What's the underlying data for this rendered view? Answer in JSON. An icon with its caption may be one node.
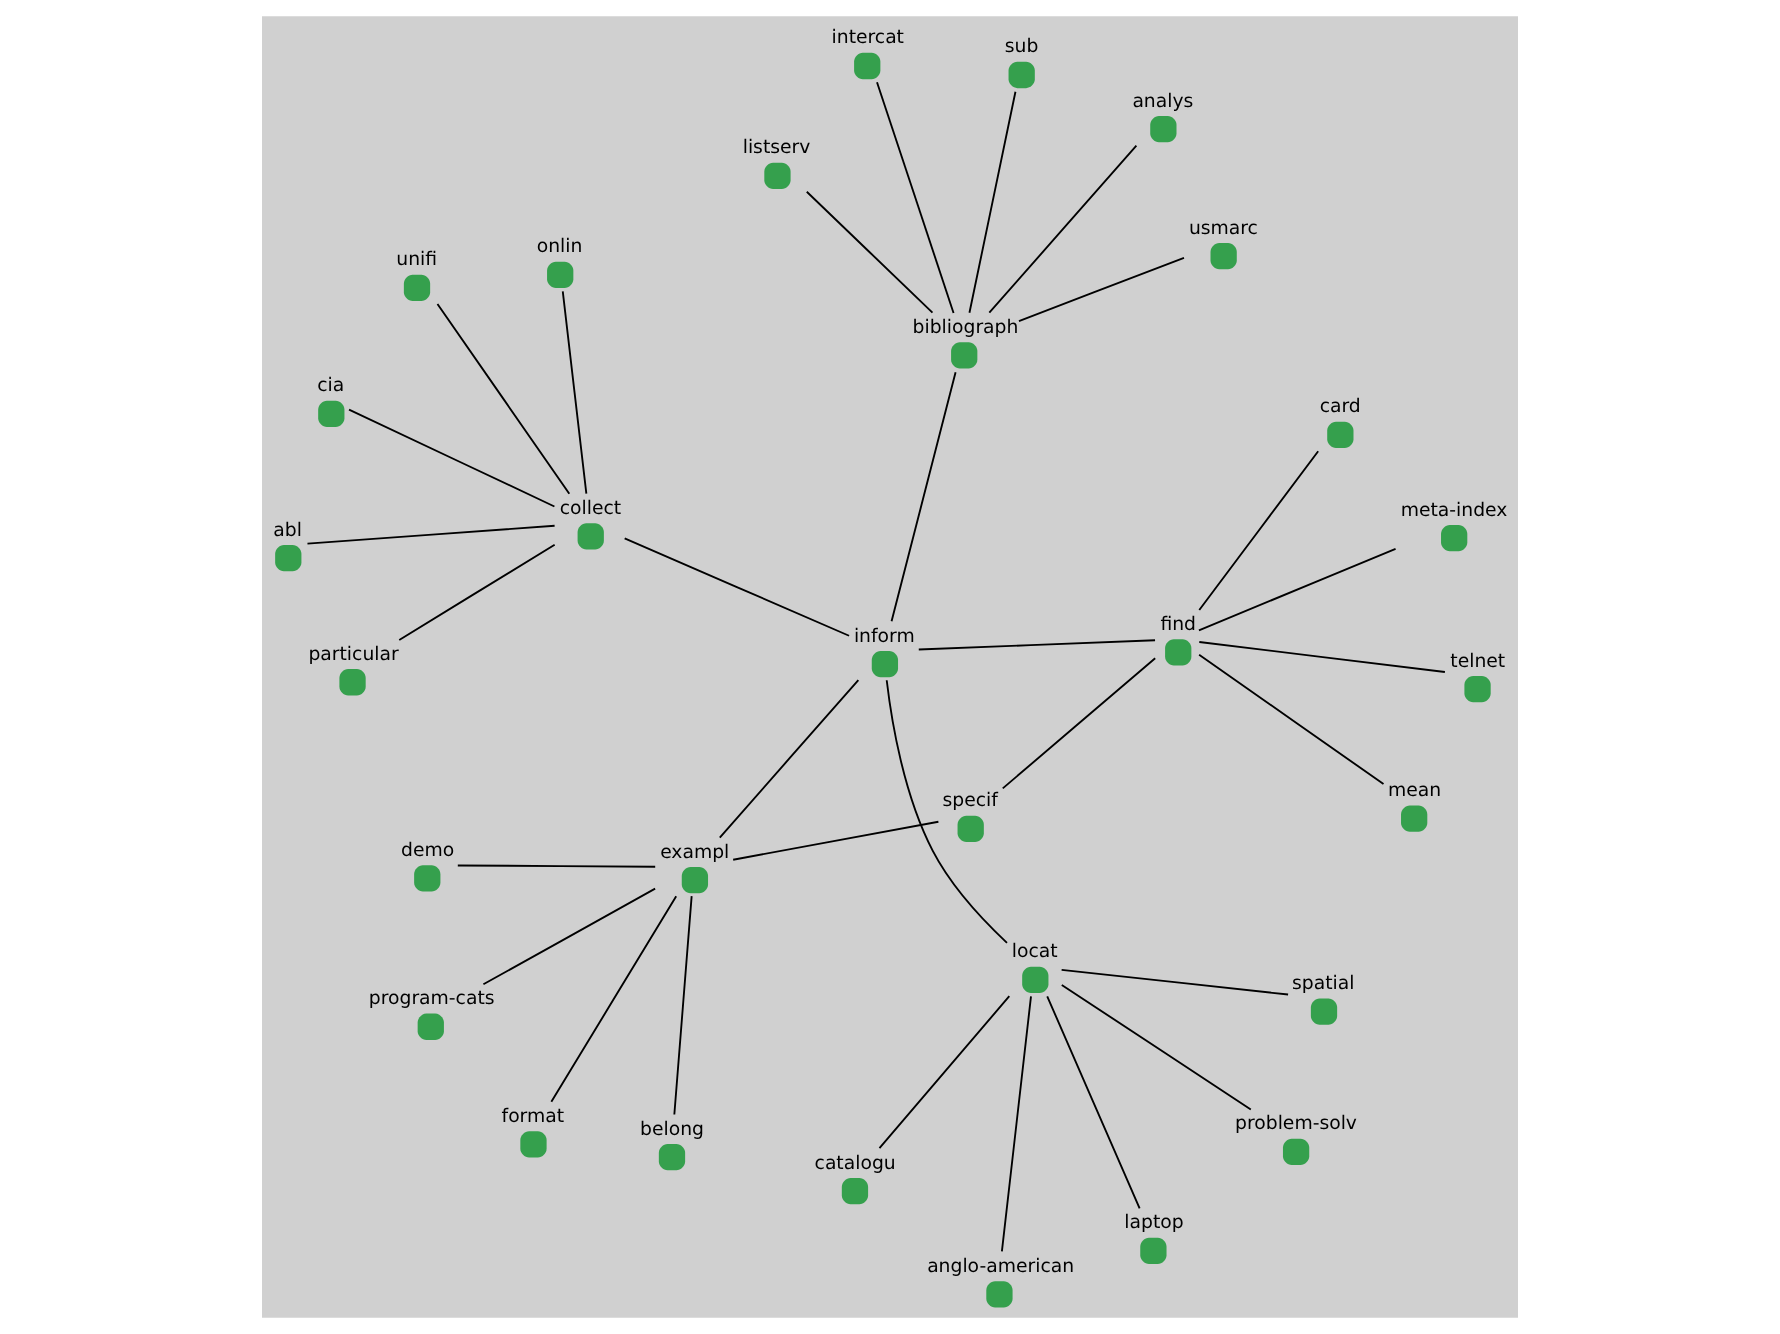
{
  "diagram": {
    "nodes": [
      {
        "text": [
          "program-cats"
        ]
      },
      {
        "text": [
          "belong"
        ]
      },
      {
        "text": [
          "mean"
        ]
      },
      {
        "text": [
          "specif"
        ]
      },
      {
        "text": [
          "exampl"
        ]
      },
      {
        "text": [
          "demo"
        ]
      },
      {
        "text": [
          "anglo-american"
        ]
      },
      {
        "text": [
          "telnet"
        ]
      },
      {
        "text": [
          "find"
        ]
      },
      {
        "text": [
          "problem-solv"
        ]
      },
      {
        "text": [
          "format"
        ]
      },
      {
        "text": [
          "inform"
        ]
      },
      {
        "text": [
          "locat"
        ]
      },
      {
        "text": [
          "meta-index"
        ]
      },
      {
        "text": [
          "card"
        ]
      },
      {
        "text": [
          "laptop"
        ]
      },
      {
        "text": [
          "spatial"
        ]
      },
      {
        "text": [
          "intercat"
        ]
      },
      {
        "text": [
          "cia"
        ]
      },
      {
        "text": [
          "catalogu"
        ]
      },
      {
        "text": [
          "sub"
        ]
      },
      {
        "text": [
          "abl"
        ]
      },
      {
        "text": [
          "bibliograph"
        ]
      },
      {
        "text": [
          "analys"
        ]
      },
      {
        "text": [
          "collect"
        ]
      },
      {
        "text": [
          "particular"
        ]
      },
      {
        "text": [
          "usmarc"
        ]
      },
      {
        "text": [
          "unifi"
        ]
      },
      {
        "text": [
          "listserv"
        ]
      },
      {
        "text": [
          "onlin"
        ]
      }
    ],
    "edges": [
      {
        "from": 11,
        "to": 4,
        "arrow": "none"
      },
      {
        "from": 11,
        "to": 8,
        "arrow": "none"
      },
      {
        "from": 11,
        "to": 12,
        "arrow": "none"
      },
      {
        "from": 11,
        "to": 22,
        "arrow": "none"
      },
      {
        "from": 11,
        "to": 24,
        "arrow": "none"
      },
      {
        "from": 4,
        "to": 0,
        "arrow": "none"
      },
      {
        "from": 4,
        "to": 1,
        "arrow": "none"
      },
      {
        "from": 4,
        "to": 5,
        "arrow": "none"
      },
      {
        "from": 4,
        "to": 10,
        "arrow": "none"
      },
      {
        "from": 3,
        "to": 4,
        "arrow": "none"
      },
      {
        "from": 8,
        "to": 2,
        "arrow": "none"
      },
      {
        "from": 8,
        "to": 3,
        "arrow": "none"
      },
      {
        "from": 8,
        "to": 7,
        "arrow": "none"
      },
      {
        "from": 8,
        "to": 13,
        "arrow": "none"
      },
      {
        "from": 8,
        "to": 14,
        "arrow": "none"
      },
      {
        "from": 12,
        "to": 6,
        "arrow": "none"
      },
      {
        "from": 12,
        "to": 9,
        "arrow": "none"
      },
      {
        "from": 12,
        "to": 15,
        "arrow": "none"
      },
      {
        "from": 12,
        "to": 16,
        "arrow": "none"
      },
      {
        "from": 12,
        "to": 19,
        "arrow": "none"
      },
      {
        "from": 22,
        "to": 17,
        "arrow": "none"
      },
      {
        "from": 22,
        "to": 20,
        "arrow": "none"
      },
      {
        "from": 22,
        "to": 23,
        "arrow": "none"
      },
      {
        "from": 22,
        "to": 26,
        "arrow": "none"
      },
      {
        "from": 22,
        "to": 28,
        "arrow": "none"
      },
      {
        "from": 18,
        "to": 24,
        "arrow": "none"
      },
      {
        "from": 24,
        "to": 21,
        "arrow": "none"
      },
      {
        "from": 24,
        "to": 25,
        "arrow": "none"
      },
      {
        "from": 24,
        "to": 27,
        "arrow": "none"
      },
      {
        "from": 24,
        "to": 29,
        "arrow": "none"
      }
    ]
  }
}
